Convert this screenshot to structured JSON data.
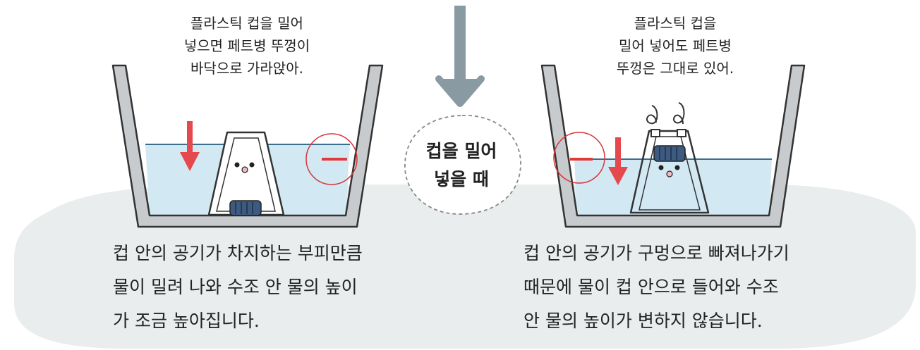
{
  "colors": {
    "background_blob": "#e9eded",
    "water": "#d2e9f3",
    "water_line": "#3a6f8c",
    "red_arrow": "#e5484d",
    "red_level": "#e23a3a",
    "red_circle": "#d6363b",
    "gray_arrow": "#8a9aa3",
    "cap_blue": "#3d5a80",
    "cheek_pink": "#f4b9c0"
  },
  "left_panel": {
    "caption": [
      "플라스틱 컵을 밀어",
      "넣으면 페트병 뚜껑이",
      "바닥으로 가라앉아."
    ],
    "description": [
      "컵 안의 공기가 차지하는 부피만큼",
      "물이 밀려 나와 수조 안 물의 높이",
      "가 조금 높아집니다."
    ]
  },
  "center": {
    "label": [
      "컵을 밀어",
      "넣을 때"
    ]
  },
  "right_panel": {
    "caption": [
      "플라스틱 컵을",
      "밀어 넣어도 페트병",
      "뚜껑은 그대로 있어."
    ],
    "description": [
      "컵 안의 공기가 구멍으로 빠져나가기",
      "때문에 물이 컵 안으로 들어와 수조",
      "안 물의 높이가 변하지 않습니다."
    ]
  }
}
